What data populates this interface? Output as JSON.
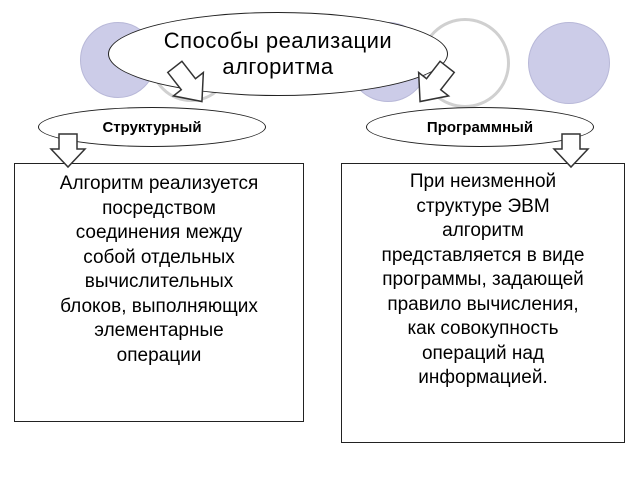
{
  "colors": {
    "deco_fill": "#cccce8",
    "deco_stroke": "#b8b8d8",
    "deco_ring": "#d0d0d0",
    "arrow_fill": "#ffffff",
    "arrow_stroke": "#333333"
  },
  "diagram": {
    "title_line1": "Способы реализации",
    "title_line2": "алгоритма",
    "branches": [
      {
        "label": "Структурный",
        "description_lines": [
          "Алгоритм реализуется",
          "посредством",
          "соединения между",
          "собой отдельных",
          "вычислительных",
          "блоков, выполняющих",
          "элементарные",
          "операции"
        ]
      },
      {
        "label": "Программный",
        "description_lines": [
          "При неизменной",
          "структуре ЭВМ",
          "алгоритм",
          "представляется в виде",
          "программы, задающей",
          "правило вычисления,",
          "как совокупность",
          "операций над",
          "информацией."
        ]
      }
    ]
  }
}
